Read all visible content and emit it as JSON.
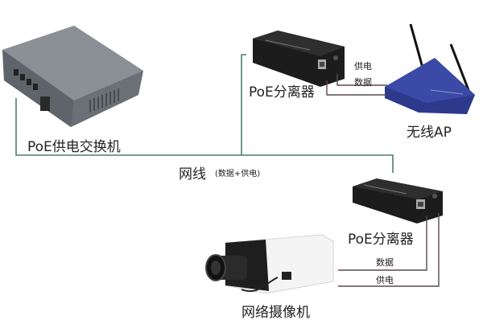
{
  "devices": {
    "switch_label": "PoE供电交换机",
    "splitter_top_label": "PoE分离器",
    "ap_label": "无线AP",
    "splitter_bottom_label": "PoE分离器",
    "camera_label": "网络摄像机"
  },
  "cable": {
    "label": "网线",
    "note": "(数据+供电)"
  },
  "connections": {
    "top_power": "供电",
    "top_data": "数据",
    "bottom_data": "数据",
    "bottom_power": "供电"
  },
  "colors": {
    "cable_line": "#4f7f6c",
    "split_line": "#5a4853",
    "switch_body": "#6d7378",
    "splitter_body": "#1e1e1e",
    "ap_body": "#2d3a8c",
    "camera_body": "#f2f2f2"
  }
}
